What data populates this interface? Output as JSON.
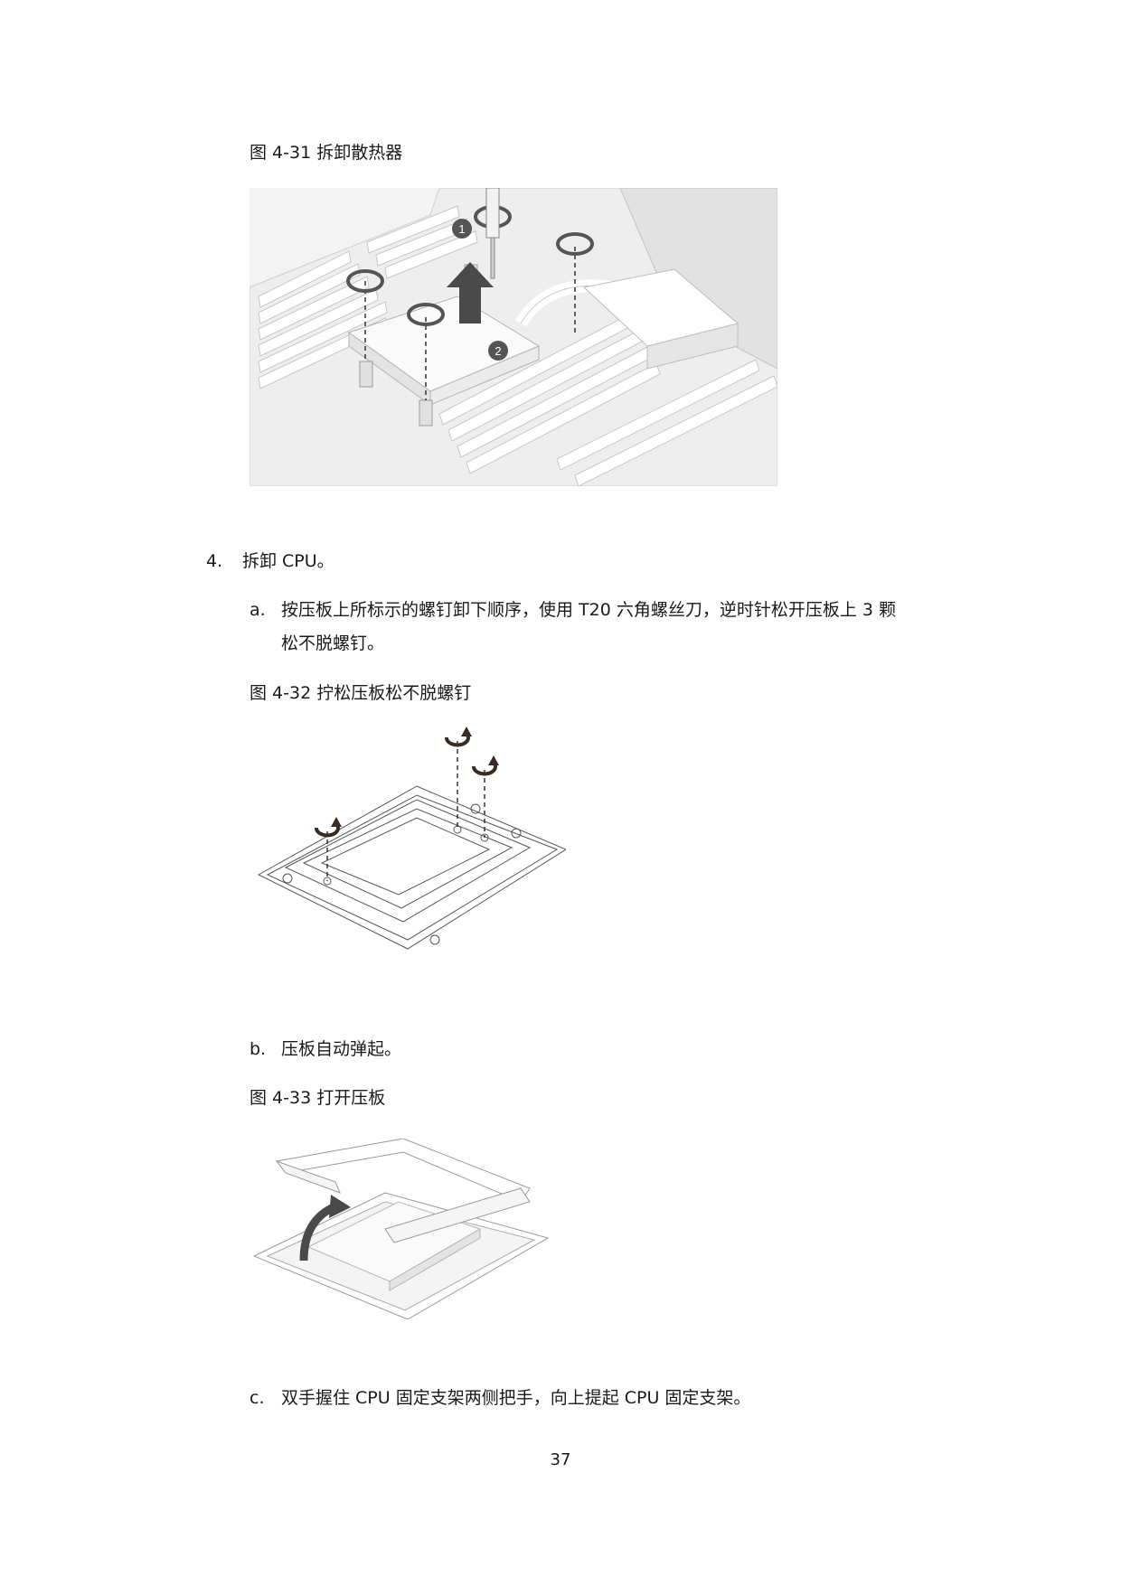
{
  "figures": [
    {
      "caption": "图 4-31  拆卸散热器",
      "callouts": [
        "1",
        "2"
      ],
      "icons": [
        "screwdriver-icon",
        "rotate-arrow-icon",
        "lift-arrow-icon"
      ]
    },
    {
      "caption": "图 4-32  拧松压板松不脱螺钉",
      "icons": [
        "rotate-arrow-icon"
      ]
    },
    {
      "caption": "图 4-33  打开压板",
      "icons": [
        "open-arrow-icon"
      ]
    }
  ],
  "step4": {
    "number": "4.",
    "text": "拆卸 CPU。"
  },
  "substeps": [
    {
      "label": "a.",
      "lines": [
        "按压板上所标示的螺钉卸下顺序，使用 T20 六角螺丝刀，逆时针松开压板上 3 颗",
        "松不脱螺钉。"
      ]
    },
    {
      "label": "b.",
      "lines": [
        "压板自动弹起。"
      ]
    },
    {
      "label": "c.",
      "lines": [
        "双手握住 CPU 固定支架两侧把手，向上提起 CPU 固定支架。"
      ]
    }
  ],
  "page_number": "37"
}
